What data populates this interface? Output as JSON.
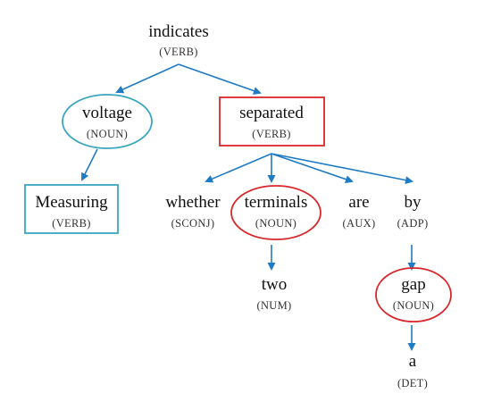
{
  "nodes": {
    "indicates": {
      "word": "indicates",
      "pos": "(VERB)"
    },
    "voltage": {
      "word": "voltage",
      "pos": "(NOUN)"
    },
    "separated": {
      "word": "separated",
      "pos": "(VERB)"
    },
    "measuring": {
      "word": "Measuring",
      "pos": "(VERB)"
    },
    "whether": {
      "word": "whether",
      "pos": "(SCONJ)"
    },
    "terminals": {
      "word": "terminals",
      "pos": "(NOUN)"
    },
    "are": {
      "word": "are",
      "pos": "(AUX)"
    },
    "by": {
      "word": "by",
      "pos": "(ADP)"
    },
    "two": {
      "word": "two",
      "pos": "(NUM)"
    },
    "gap": {
      "word": "gap",
      "pos": "(NOUN)"
    },
    "a": {
      "word": "a",
      "pos": "(DET)"
    }
  },
  "colors": {
    "edge": "#1f7bc4",
    "teal_outline": "#3aa6bf",
    "red_outline": "#d9262b"
  }
}
